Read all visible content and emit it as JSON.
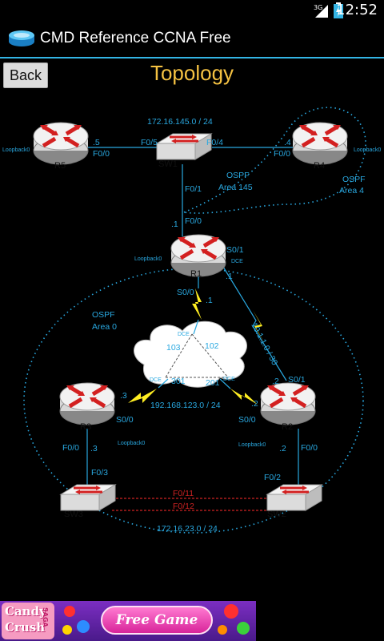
{
  "status_bar": {
    "time": "12:52",
    "network": "3G"
  },
  "action_bar": {
    "title": "CMD Reference CCNA Free"
  },
  "nav": {
    "back_label": "Back"
  },
  "page": {
    "title": "Topology"
  },
  "topology": {
    "routers": [
      {
        "name": "R5",
        "loopback": "Loopback0"
      },
      {
        "name": "R4",
        "loopback": "Loopback0"
      },
      {
        "name": "R1",
        "loopback": "Loopback0"
      },
      {
        "name": "R3",
        "loopback": "Loopback0"
      },
      {
        "name": "R2",
        "loopback": "Loopback0"
      }
    ],
    "switches": [
      "SW1",
      "SW3",
      "SW2"
    ],
    "networks": {
      "top": "172.16.145.0 / 24",
      "serial_r1_r2": "10.1.1.0 / 30",
      "frame_relay": "192.168.123.0 / 24",
      "bottom": "172.16.23.0 / 24"
    },
    "ospf_145": [
      "OSPF",
      "Area 145"
    ],
    "ospf_4": [
      "OSPF",
      "Area 4"
    ],
    "ospf_0": [
      "OSPF",
      "Area 0"
    ],
    "labels": {
      "r5_host": ".5",
      "r5_if": "F0/0",
      "sw1_f05": "F0/5",
      "sw1_f04": "F0/4",
      "sw1_f01": "F0/1",
      "r4_host": ".4",
      "r4_if": "F0/0",
      "r1_host_f": ".1",
      "r1_f00": "F0/0",
      "r1_s01": "S0/1",
      "r1_dce": "DCE",
      "r1_host_s": ".1",
      "r1_s00": "S0/0",
      "r1_host_s00": ".1",
      "dlci_103": "103",
      "dlci_102": "102",
      "dlci_301": "301",
      "dlci_201": "201",
      "dce": "DCE",
      "r3_host": ".3",
      "r3_s00": "S0/0",
      "r3_f00": "F0/0",
      "r3_host_f": ".3",
      "r2_host_s01": ".2",
      "r2_s01": "S0/1",
      "r2_host_s00": ".2",
      "r2_s00": "S0/0",
      "r2_f00": "F0/0",
      "r2_host_f": ".2",
      "sw3_f03": "F0/3",
      "sw2_f02": "F0/2",
      "trunk_1": "F0/11",
      "trunk_2": "F0/12"
    }
  },
  "ad": {
    "brand_line1": "Candy",
    "brand_line2": "Crush",
    "brand_tag": "SAGA",
    "cta": "Free Game"
  },
  "colors": {
    "accent": "#33b5e5",
    "title": "#f5c242",
    "label": "#29a8e0",
    "serial": "#ffee22",
    "trunk": "#cc2222"
  }
}
